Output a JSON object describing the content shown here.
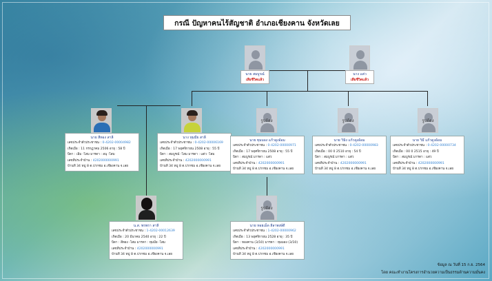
{
  "title": "กรณี ปัญหาคนไร้สัญชาติ อำเภอเชียงคาน จังหวัดเลย",
  "grandparents": [
    {
      "name": "นาย สมบูรณ์",
      "status": "เสียชีวิตแล้ว"
    },
    {
      "name": "นาง แต่ว",
      "status": "เสียชีวิตแล้ว"
    }
  ],
  "photo_placeholder": "รูปถ้อง",
  "children": [
    {
      "name": "นาย สีทอง สาลี",
      "rows": [
        [
          "เลขประจำตัวประชาชน : ",
          "0-4202-00004982"
        ],
        [
          "เกิดเมื่อ : 11 กรกฎาคม 2506 อายุ : 58 ปี",
          ""
        ],
        [
          "บิดา : เอิ่ม -โสม      มารดา : อนุ -โสม",
          ""
        ],
        [
          "เลขที่ประจำบ้าน : ",
          "4202000000991"
        ],
        [
          "บ้านที่ 34 หมู่ 8 ต.ปากชม อ.เชียงคาน จ.เลย",
          ""
        ]
      ]
    },
    {
      "name": "นาง ทุมมีย สาลี",
      "rows": [
        [
          "เลขประจำตัวประชาชน : ",
          "0-4202-00006169"
        ],
        [
          "เกิดเมื่อ : 17 พฤศจิกายน 2508 อายุ : 55 ปี",
          ""
        ],
        [
          "บิดา : สมบูรณ์ -โสม      มารดา : แต่ว -โสม",
          ""
        ],
        [
          "เลขที่ประจำบ้าน : ",
          "4202000000991"
        ],
        [
          "บ้านที่ 34 หมู่ 8 ต.ปากชม อ.เชียงคาน จ.เลย",
          ""
        ]
      ]
    },
    {
      "name": "นาย ทุมมอง แก้วดูงอ้อม",
      "rows": [
        [
          "เลขประจำตัวประชาชน : ",
          "0-4202-00000971"
        ],
        [
          "เกิดเมื่อ : 17 พฤศจิกายน 2508 อายุ : 55 ปี",
          ""
        ],
        [
          "บิดา : สมบูรณ์      มารดา : แต่ว",
          ""
        ],
        [
          "เลขที่ประจำบ้าน : ",
          "4202000000991"
        ],
        [
          "บ้านที่ 34 หมู่ 8 ต.ปากชม อ.เชียงคาน จ.เลย",
          ""
        ]
      ]
    },
    {
      "name": "นาย วิมิง แก้วดูงอ้อม",
      "rows": [
        [
          "เลขประจำตัวประชาชน : ",
          "0-4202-00000983"
        ],
        [
          "เกิดเมื่อ : 00 0 2510 อายุ : 54 ปี",
          ""
        ],
        [
          "บิดา : สมบูรณ์      มารดา : แต่ว",
          ""
        ],
        [
          "เลขที่ประจำบ้าน : ",
          "4202000000991"
        ],
        [
          "บ้านที่ 34 หมู่ 8 ต.ปากชม อ.เชียงคาน จ.เลย",
          ""
        ]
      ]
    },
    {
      "name": "นาย วิมี แก้วดูงอ้อม",
      "rows": [
        [
          "เลขประจำตัวประชาชน : ",
          "0-4202-00000734"
        ],
        [
          "เกิดเมื่อ : 00 0 2515 อายุ : 49 ปี",
          ""
        ],
        [
          "บิดา : สมบูรณ์      มารดา : แต่ว",
          ""
        ],
        [
          "เลขที่ประจำบ้าน : ",
          "4202000000991"
        ],
        [
          "บ้านที่ 34 หมู่ 8 ต.ปากชม อ.เชียงคาน จ.เลย",
          ""
        ]
      ]
    }
  ],
  "grandchildren": [
    {
      "name": "น.ส. พรพรา สาลี",
      "rows": [
        [
          "เลขประจำตัวประชาชน : ",
          "1-4202-00012639"
        ],
        [
          "เกิดเมื่อ : 20 มีนาคม 2540 อายุ : 22 ปี",
          ""
        ],
        [
          "บิดา : สีทอง -โสม      มารดา : ทุมมีย -โสม",
          ""
        ],
        [
          "เลขที่ประจำบ้าน : ",
          "4202000000991"
        ],
        [
          "บ้านที่ 34 หมู่ 8 ต.ปากชม อ.เชียงคาน จ.เลย",
          ""
        ]
      ]
    },
    {
      "name": "นาย ทอยเม็ด ลีลาพงษ์ดี",
      "rows": [
        [
          "เลขประจำตัวประชาชน : ",
          "1-4202-00000962"
        ],
        [
          "เกิดเมื่อ : 13 พฤศจิกายน 2528 อายุ : 35 ปี",
          ""
        ],
        [
          "บิดา : ทองคาน (3/10)      มารดา : ทุมมอง (3/10)",
          ""
        ],
        [
          "เลขที่ประจำบ้าน : ",
          "4202000000991"
        ],
        [
          "บ้านที่ 34 หมู่ 8 ต.ปากชม อ.เชียงคาน จ.เลย",
          ""
        ]
      ]
    }
  ],
  "footer": {
    "date": "ข้อมูล ณ วันที่ 15 ก.ย. 2564",
    "org": "โดย คณะทำงานโครงการอำนวยความเป็นธรรมด้านความมั่นคง"
  }
}
